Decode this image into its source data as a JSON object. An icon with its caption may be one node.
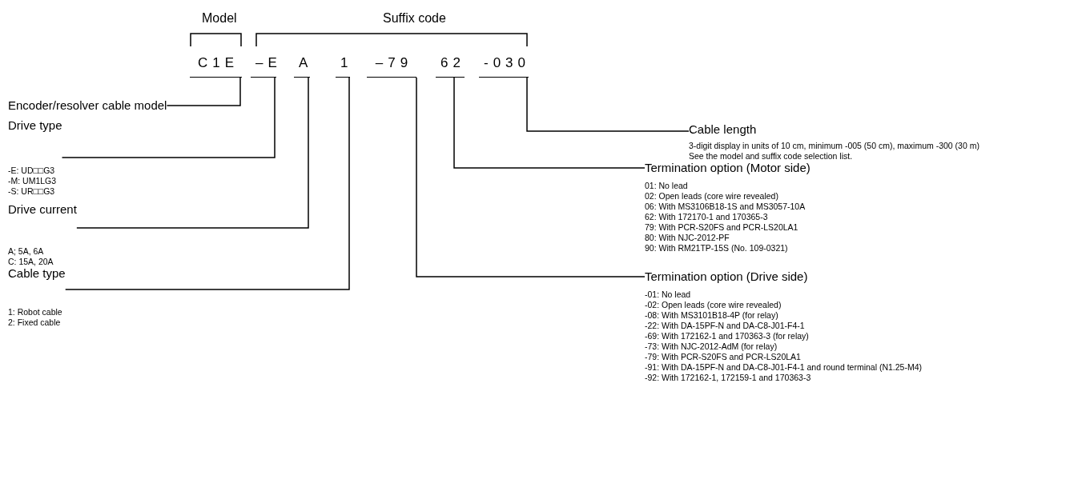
{
  "diagram": {
    "nodes": [
      {
        "text": [
          "C1E"
        ]
      },
      {
        "text": [
          "–E"
        ]
      },
      {
        "text": [
          "A"
        ]
      },
      {
        "text": [
          "1"
        ]
      },
      {
        "text": [
          "–79"
        ]
      },
      {
        "text": [
          "62"
        ]
      },
      {
        "text": [
          "-030"
        ]
      },
      {
        "text": [
          "Encoder/resolver cable model"
        ]
      },
      {
        "text": [
          "Drive type",
          "-E: UD□□G3",
          "-M: UM1LG3",
          "-S: UR□□G3"
        ]
      },
      {
        "text": [
          "Drive current",
          "A; 5A, 6A",
          "C: 15A, 20A"
        ]
      },
      {
        "text": [
          "Cable type",
          "1: Robot cable",
          "2: Fixed cable"
        ]
      },
      {
        "text": [
          "Cable length",
          "3-digit display in units of 10 cm, minimum -005 (50 cm), maximum -300 (30 m)",
          "See the model and suffix code  selection list."
        ]
      },
      {
        "text": [
          "Termination option (Motor side)",
          "01: No lead",
          "02: Open leads (core wire revealed)",
          "06: With MS3106B18-1S and MS3057-10A",
          "62: With 172170-1 and 170365-3",
          "79: With PCR-S20FS and PCR-LS20LA1",
          "80: With NJC-2012-PF",
          "90: With RM21TP-15S (No. 109-0321)"
        ]
      },
      {
        "text": [
          "Termination option (Drive side)",
          "-01: No lead",
          "-02: Open leads (core wire revealed)",
          "-08: With MS3101B18-4P (for relay)",
          "-22: With DA-15PF-N and DA-C8-J01-F4-1",
          "-69: With 172162-1 and 170363-3 (for relay)",
          "-73: With NJC-2012-AdM (for relay)",
          "-79: With PCR-S20FS and PCR-LS20LA1",
          "-91: With DA-15PF-N and DA-C8-J01-F4-1 and round terminal (N1.25-M4)",
          "-92: With 172162-1, 172159-1 and 170363-3"
        ]
      }
    ],
    "edges": [
      {
        "from": 0,
        "to": 7,
        "arrow": "none"
      },
      {
        "from": 1,
        "to": 8,
        "arrow": "none"
      },
      {
        "from": 2,
        "to": 9,
        "arrow": "none"
      },
      {
        "from": 3,
        "to": 10,
        "arrow": "none"
      },
      {
        "from": 6,
        "to": 11,
        "arrow": "none"
      },
      {
        "from": 5,
        "to": 12,
        "arrow": "none"
      },
      {
        "from": 4,
        "to": 13,
        "arrow": "none"
      }
    ],
    "labels": [
      "Model",
      "Suffix code"
    ]
  }
}
